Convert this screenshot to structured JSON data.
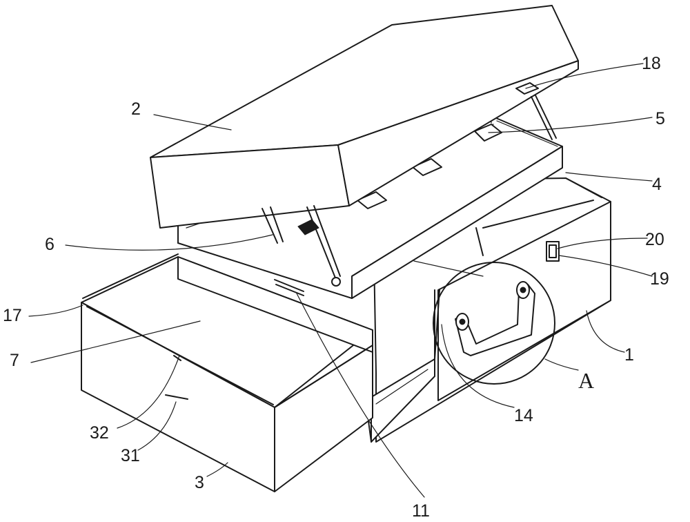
{
  "labels": {
    "l1": "1",
    "l2": "2",
    "l3": "3",
    "l4": "4",
    "l5": "5",
    "l6": "6",
    "l7": "7",
    "l11": "11",
    "l14": "14",
    "l17": "17",
    "l18": "18",
    "l19": "19",
    "l20": "20",
    "l31": "31",
    "l32": "32",
    "lA": "A"
  }
}
